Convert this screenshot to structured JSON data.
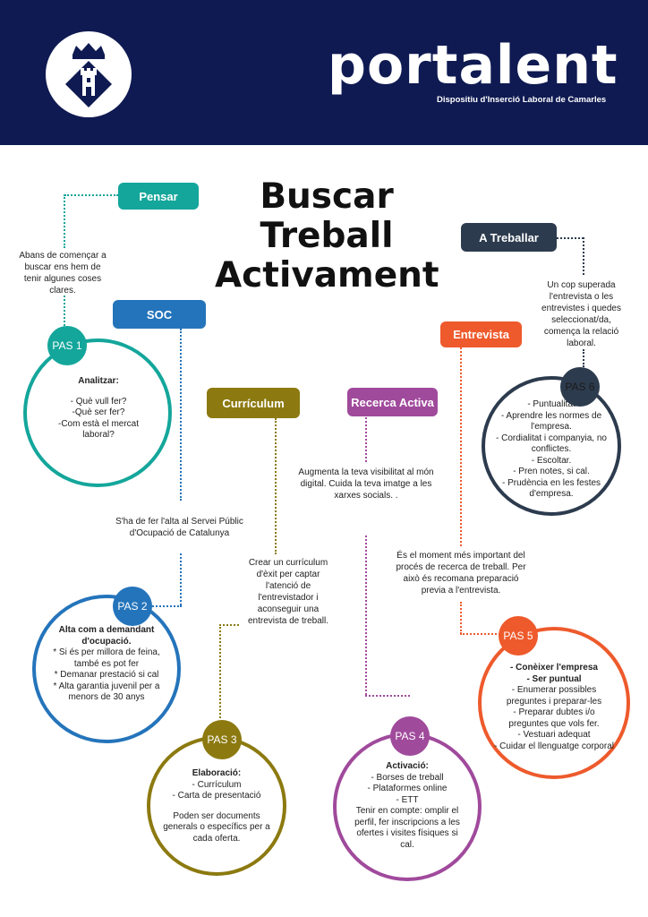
{
  "header": {
    "brand": "portalent",
    "subtitle": "Dispositiu d'Inserció Laboral de Camarles",
    "logo_icon": "coat-of-arms-icon"
  },
  "title_lines": [
    "Buscar",
    "Treball",
    "Activament"
  ],
  "colors": {
    "navy": "#0f1a52",
    "teal": "#14a69b",
    "blue": "#2474bb",
    "olive": "#8c7a10",
    "purple": "#a04a9c",
    "orange": "#ee5a2c",
    "slate": "#2d3b4e"
  },
  "steps": {
    "pensar": {
      "pill": "Pensar",
      "note": "Abans de començar a buscar ens hem de tenir algunes coses clares.",
      "badge": "PAS 1",
      "heading": "Analitzar:",
      "lines": [
        "- Què vull fer?",
        "-Què ser fer?",
        "-Com està el mercat laboral?"
      ]
    },
    "soc": {
      "pill": "SOC",
      "note": "S'ha de fer l'alta al Servei Públic d'Ocupació de Catalunya",
      "badge": "PAS 2",
      "heading": "Alta com a demandant d'ocupació.",
      "lines": [
        "* Si és per millora de feina, també es pot fer",
        "* Demanar prestació si cal",
        "* Alta garantia juvenil per a menors de 30 anys"
      ]
    },
    "curriculum": {
      "pill": "Currículum",
      "note": "Crear un currículum d'èxit per captar l'atenció de l'entrevistador i aconseguir una entrevista de treball.",
      "badge": "PAS 3",
      "heading": "Elaboració:",
      "lines": [
        "- Currículum",
        "- Carta de presentació",
        "",
        "Poden ser documents generals o específics per a cada oferta."
      ]
    },
    "recerca": {
      "pill": "Recerca Activa",
      "note": "Augmenta la teva visibilitat al món digital. Cuida la teva imatge a les xarxes socials. .",
      "badge": "PAS 4",
      "heading": "Activació:",
      "lines": [
        "- Borses de treball",
        "- Plataformes online",
        "- ETT",
        "Tenir en compte: omplir el perfil, fer inscripcions a les ofertes i visites físiques si cal."
      ]
    },
    "entrevista": {
      "pill": "Entrevista",
      "note": "És el moment més important del procés de recerca de treball. Per això és recomana preparació previa a l'entrevista.",
      "badge": "PAS 5",
      "heading1": "- Conèixer l'empresa",
      "heading2": "- Ser puntual",
      "lines": [
        "- Enumerar possibles preguntes i preparar-les",
        "- Preparar dubtes i/o preguntes que vols fer.",
        "- Vestuari adequat",
        "- Cuidar el llenguatge corporal"
      ]
    },
    "treballar": {
      "pill": "A Treballar",
      "note": "Un cop superada l'entrevista o les entrevistes i quedes seleccionat/da, comença la relació laboral.",
      "badge": "PAS 6",
      "lines": [
        "- Puntualitat",
        "- Aprendre les normes de l'empresa.",
        "- Cordialitat i companyia, no conflictes.",
        "- Escoltar.",
        "- Pren notes, si cal.",
        "- Prudència en les festes d'empresa."
      ]
    }
  }
}
